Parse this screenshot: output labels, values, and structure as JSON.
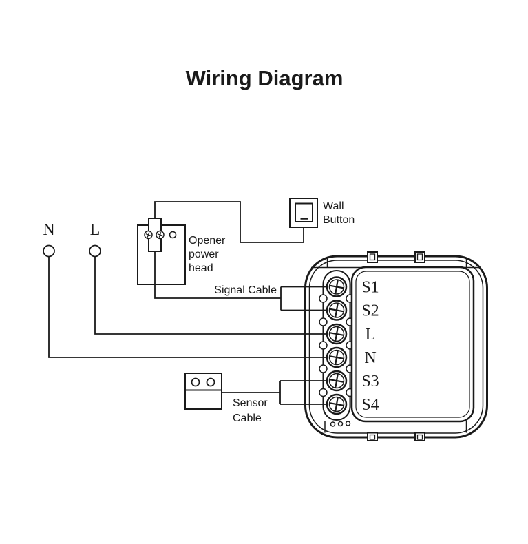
{
  "title": "Wiring Diagram",
  "colors": {
    "line": "#1a1a1a",
    "background": "#ffffff"
  },
  "power_terminals": [
    {
      "label": "N"
    },
    {
      "label": "L"
    }
  ],
  "opener": {
    "label_lines": [
      "Opener",
      "power",
      "head"
    ]
  },
  "wall_button": {
    "label_lines": [
      "Wall",
      "Button"
    ]
  },
  "cables": {
    "signal": "Signal Cable",
    "sensor_lines": [
      "Sensor",
      "Cable"
    ]
  },
  "module": {
    "terminal_labels": [
      "S1",
      "S2",
      "L",
      "N",
      "S3",
      "S4"
    ]
  }
}
